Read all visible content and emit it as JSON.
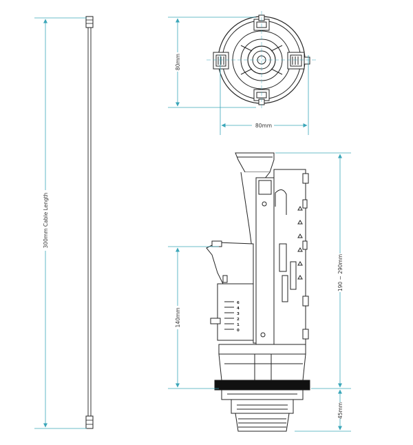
{
  "dimensions": {
    "cable_length": "300mm Cable Length",
    "top_height": "80mm",
    "top_width": "80mm",
    "overall_height": "190 ~ 290mm",
    "overflow_height": "140mm",
    "thread_length": "45mm"
  },
  "flush_scale": [
    "6",
    "4",
    "3",
    "2",
    "1",
    "0"
  ],
  "colors": {
    "dimension_line": "#3aa6b9",
    "outline": "#222222",
    "background": "#ffffff"
  }
}
